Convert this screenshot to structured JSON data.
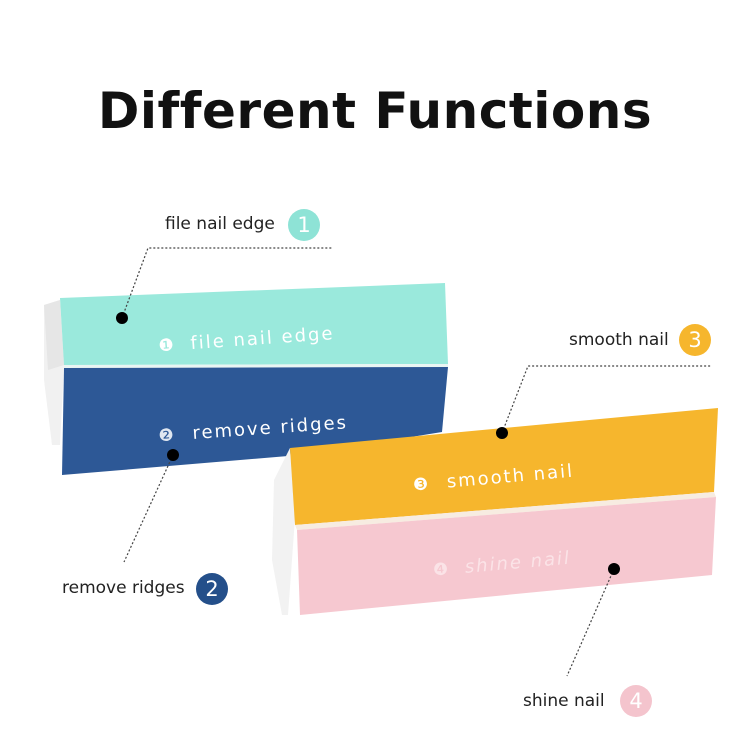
{
  "title": "Different Functions",
  "functions": [
    {
      "number": "1",
      "label": "file nail edge",
      "color": "#8ee3d6",
      "face_text": "file nail edge"
    },
    {
      "number": "2",
      "label": "remove ridges",
      "color": "#244f8a",
      "face_text": "remove ridges"
    },
    {
      "number": "3",
      "label": "smooth nail",
      "color": "#f6b62d",
      "face_text": "smooth nail"
    },
    {
      "number": "4",
      "label": "shine nail",
      "color": "#f4c4cd",
      "face_text": "shine nail"
    }
  ]
}
